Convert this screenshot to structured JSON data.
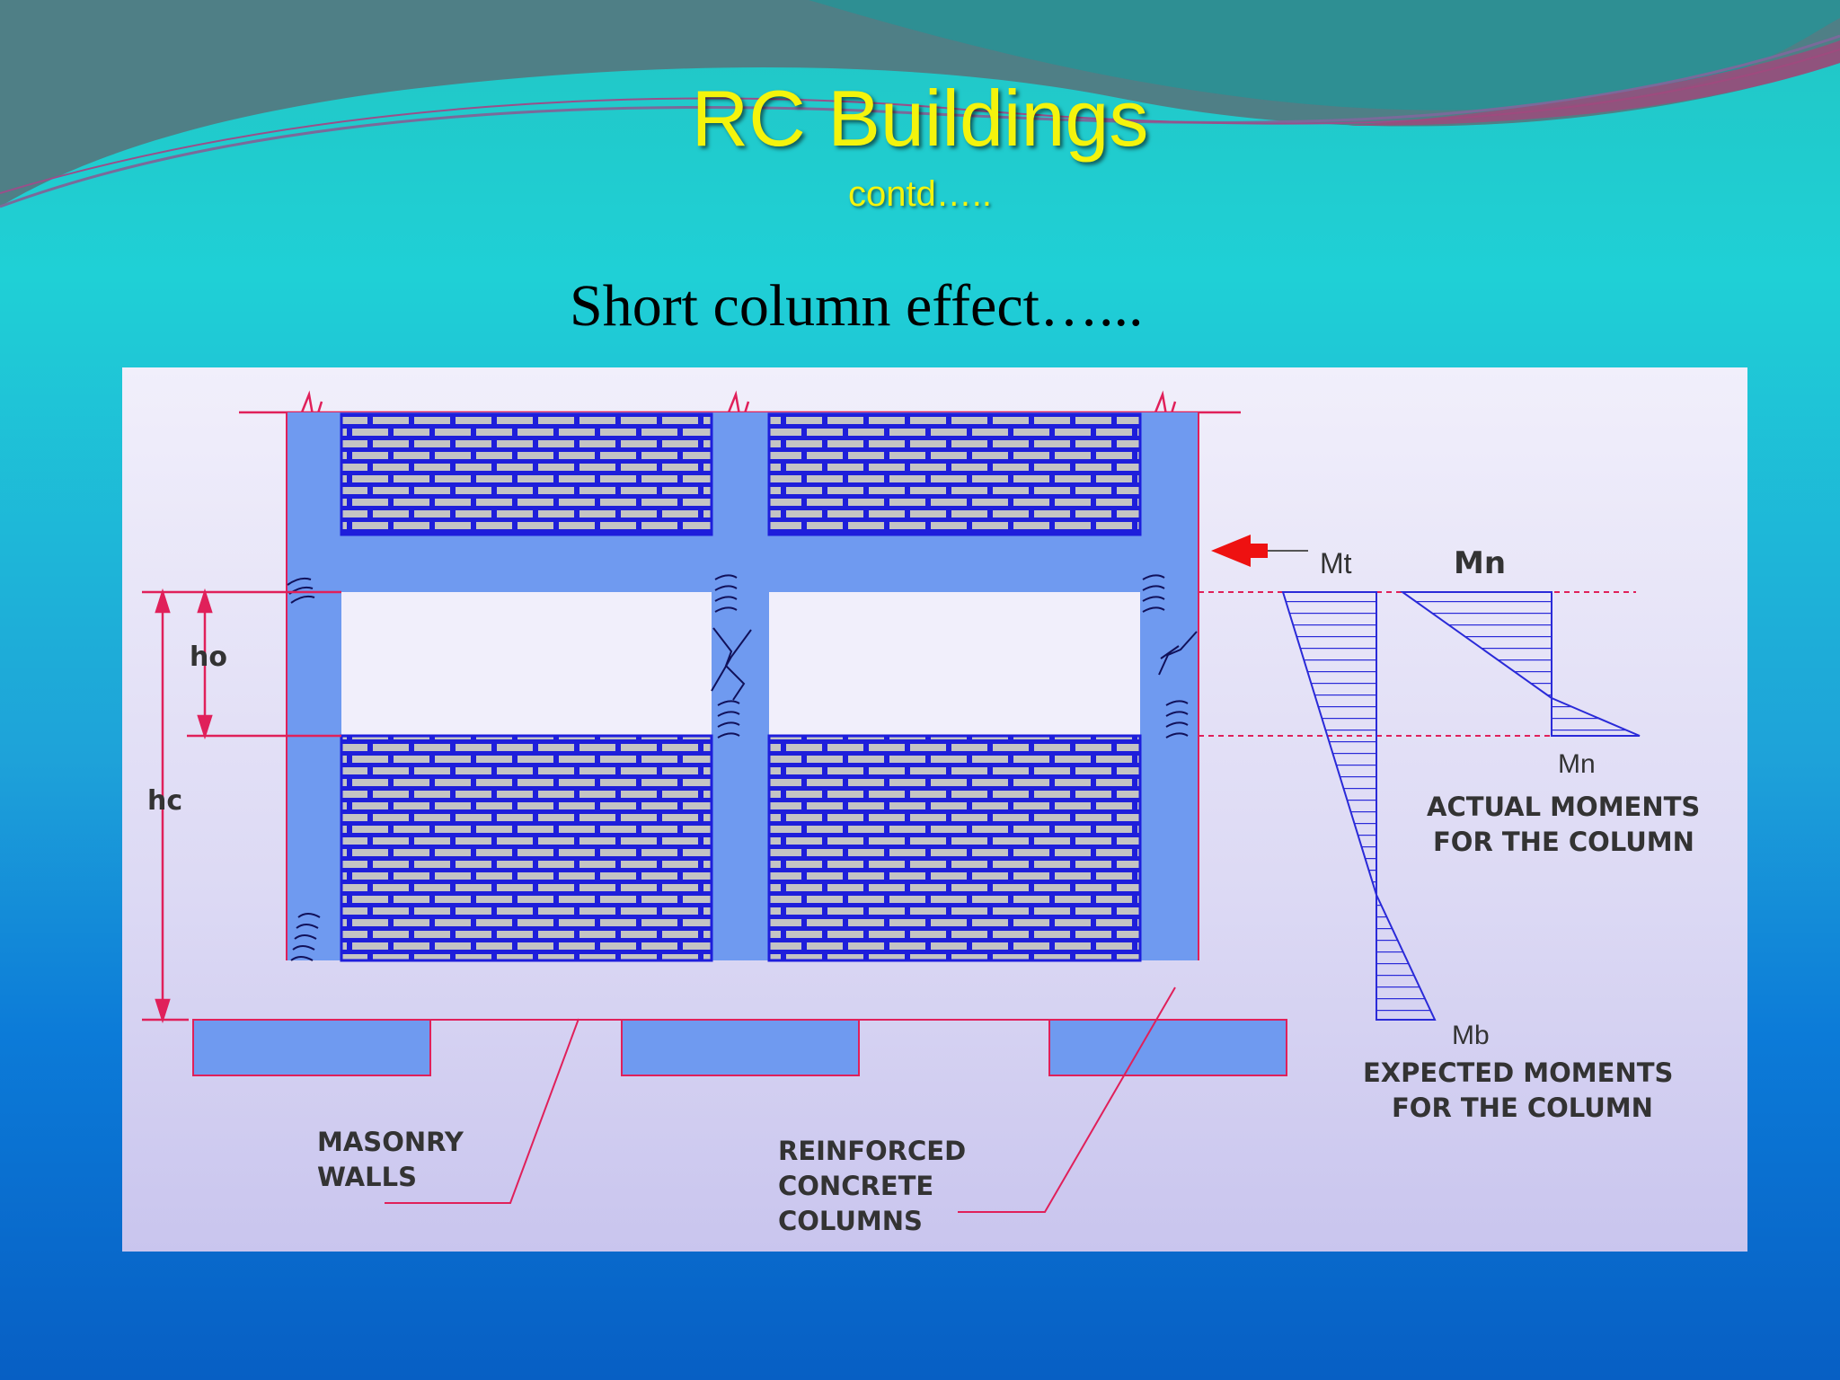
{
  "slide": {
    "title": "RC Buildings",
    "subtitle": "contd…..",
    "heading": "Short column effect…..."
  },
  "diagram": {
    "dims": {
      "ho": "ho",
      "hc": "hc"
    },
    "moments": {
      "mt": "Mt",
      "mn_top": "Mn",
      "mn_bottom": "Mn",
      "mb": "Mb"
    },
    "captions": {
      "actual_1": "ACTUAL MOMENTS",
      "actual_2": "FOR THE COLUMN",
      "expected_1": "EXPECTED MOMENTS",
      "expected_2": "FOR THE COLUMN",
      "masonry_1": "MASONRY",
      "masonry_2": "WALLS",
      "rc_1": "REINFORCED",
      "rc_2": "CONCRETE",
      "rc_3": "COLUMNS"
    },
    "colors": {
      "concrete": "#6f9af0",
      "brick": "#c4c4c4",
      "mortar": "#1e1edb",
      "leader": "#e0205a",
      "arrow": "#ee1111"
    }
  }
}
